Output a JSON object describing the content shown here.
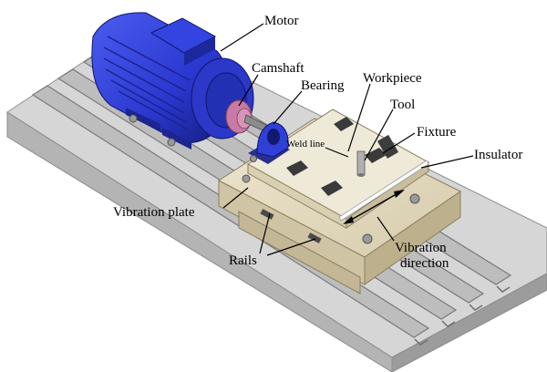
{
  "labels": {
    "motor": "Motor",
    "camshaft": "Camshaft",
    "bearing": "Bearing",
    "workpiece": "Workpiece",
    "tool": "Tool",
    "fixture": "Fixture",
    "weld_line": "Weld line",
    "insulator": "Insulator",
    "vibration_plate": "Vibration plate",
    "rails": "Rails",
    "vibration_direction_1": "Vibration",
    "vibration_direction_2": "direction"
  },
  "colors": {
    "base_top": "#d9d9d9",
    "base_side": "#a9a9a9",
    "slot": "#7d7d7d",
    "motor_blue": "#2f3fd8",
    "motor_dark": "#1c2590",
    "plate_beige": "#e5dcc4",
    "plate_side": "#c8bb97",
    "coupling_pink": "#c77aa3",
    "fixture_dark": "#2e2e2e"
  }
}
